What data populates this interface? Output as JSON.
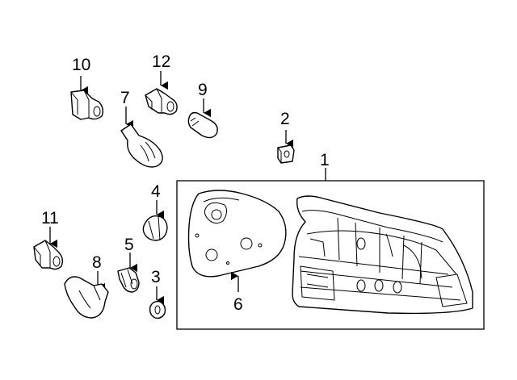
{
  "callouts": {
    "c1": "1",
    "c2": "2",
    "c3": "3",
    "c4": "4",
    "c5": "5",
    "c6": "6",
    "c7": "7",
    "c8": "8",
    "c9": "9",
    "c10": "10",
    "c11": "11",
    "c12": "12"
  },
  "colors": {
    "line": "#000000",
    "background": "#ffffff",
    "shade": "#d8d8d8"
  }
}
